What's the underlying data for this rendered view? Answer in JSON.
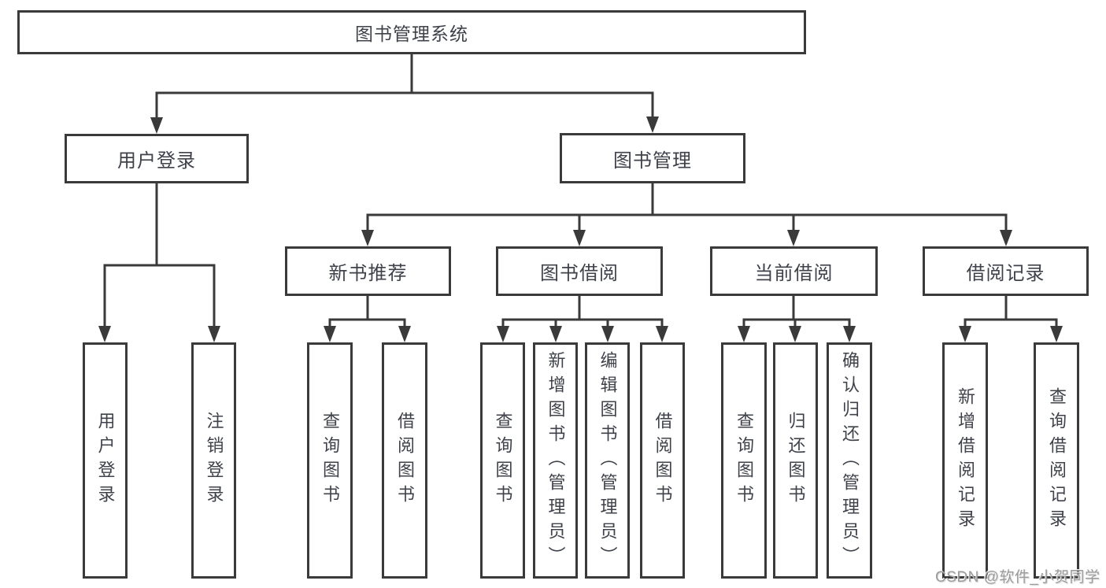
{
  "diagram": {
    "type": "hierarchy",
    "tree": {
      "label": "图书管理系统",
      "children": [
        {
          "label": "用户登录",
          "children": [
            {
              "label": "用户登录"
            },
            {
              "label": "注销登录"
            }
          ]
        },
        {
          "label": "图书管理",
          "children": [
            {
              "label": "新书推荐",
              "children": [
                {
                  "label": "查询图书"
                },
                {
                  "label": "借阅图书"
                }
              ]
            },
            {
              "label": "图书借阅",
              "children": [
                {
                  "label": "查询图书"
                },
                {
                  "label": "新增图书（管理员）"
                },
                {
                  "label": "编辑图书（管理员）"
                },
                {
                  "label": "借阅图书"
                }
              ]
            },
            {
              "label": "当前借阅",
              "children": [
                {
                  "label": "查询图书"
                },
                {
                  "label": "归还图书"
                },
                {
                  "label": "确认归还（管理员）"
                }
              ]
            },
            {
              "label": "借阅记录",
              "children": [
                {
                  "label": "新增借阅记录"
                },
                {
                  "label": "查询借阅记录"
                }
              ]
            }
          ]
        }
      ]
    },
    "colors": {
      "line": "#3a3a3a",
      "node_border": "#3a3a3a",
      "node_text": "#3f424a",
      "background": "#ffffff",
      "watermark": "#9b9b9b"
    }
  },
  "watermark": {
    "text": "CSDN @软件_小贺同学"
  }
}
